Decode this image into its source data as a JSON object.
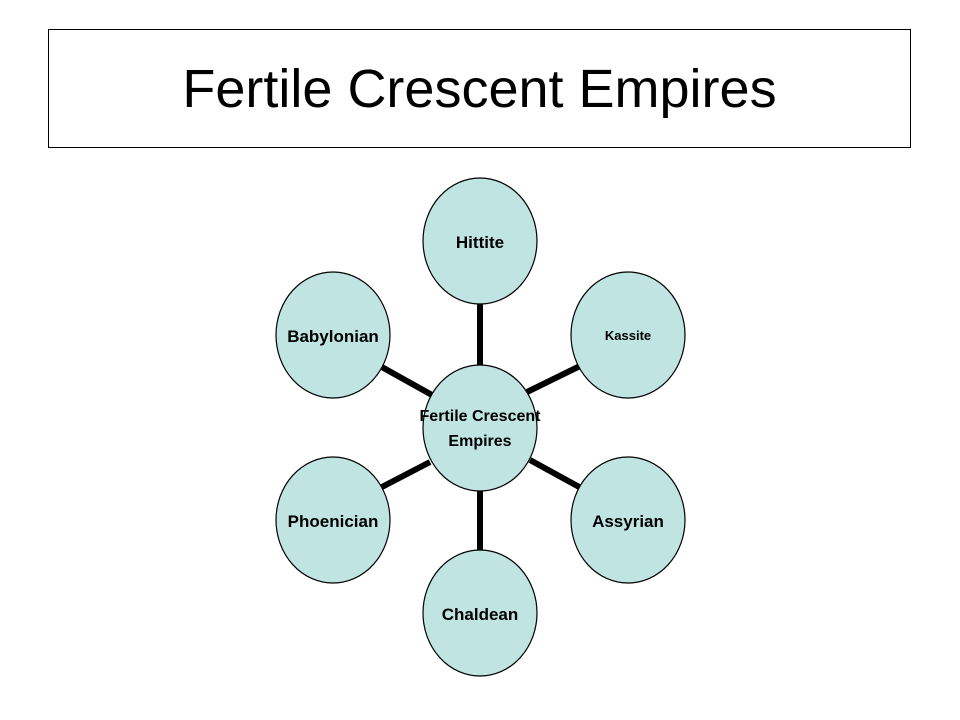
{
  "title": "Fertile Crescent Empires",
  "colors": {
    "node_fill": "#bfe4e1",
    "node_stroke": "#000000",
    "connector": "#000000",
    "text": "#000000"
  },
  "center": {
    "label_line1": "Fertile Crescent",
    "label_line2": "Empires"
  },
  "nodes": [
    {
      "id": "hittite",
      "label": "Hittite"
    },
    {
      "id": "kassite",
      "label": "Kassite"
    },
    {
      "id": "assyrian",
      "label": "Assyrian"
    },
    {
      "id": "chaldean",
      "label": "Chaldean"
    },
    {
      "id": "phoenician",
      "label": "Phoenician"
    },
    {
      "id": "babylonian",
      "label": "Babylonian"
    }
  ]
}
